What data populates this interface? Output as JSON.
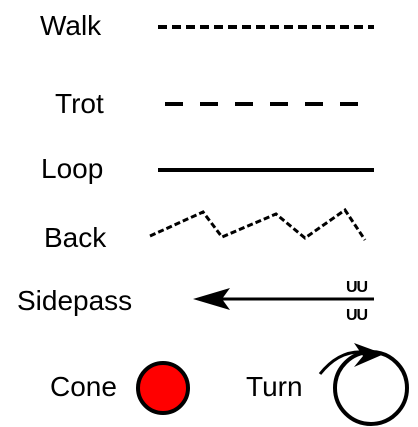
{
  "legend": {
    "walk": {
      "label": "Walk",
      "line_style": "short-dashed"
    },
    "trot": {
      "label": "Trot",
      "line_style": "long-dashed"
    },
    "loop": {
      "label": "Loop",
      "line_style": "solid"
    },
    "back": {
      "label": "Back",
      "line_style": "dotted-zigzag"
    },
    "sidepass": {
      "label": "Sidepass",
      "line_style": "arrow-left-with-hoof-marks",
      "hoof_mark_top": "UU",
      "hoof_mark_bottom": "UU"
    },
    "cone": {
      "label": "Cone",
      "fill_color": "#ff0000"
    },
    "turn": {
      "label": "Turn",
      "symbol": "circle-with-arrow"
    }
  }
}
